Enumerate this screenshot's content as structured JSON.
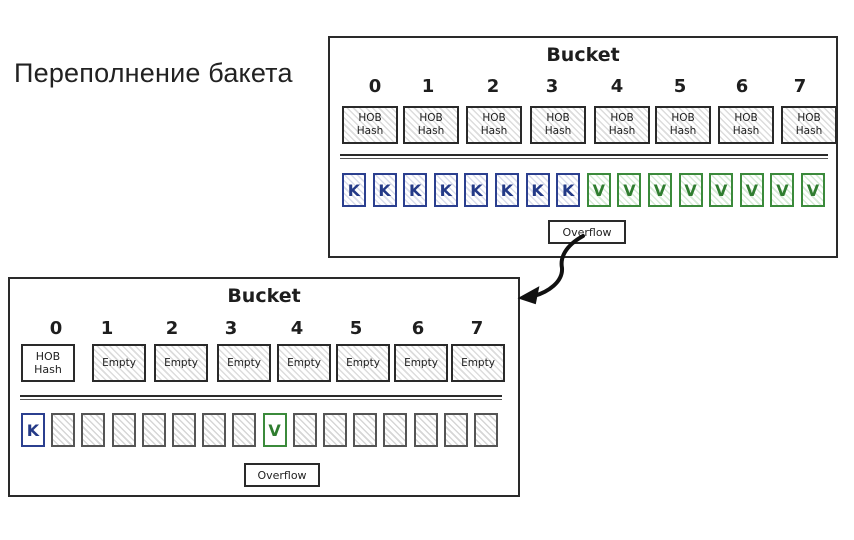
{
  "title": "Переполнение бакета",
  "top_bucket": {
    "title": "Bucket",
    "indices": [
      "0",
      "1",
      "2",
      "3",
      "4",
      "5",
      "6",
      "7"
    ],
    "slots": [
      {
        "l1": "HOB",
        "l2": "Hash"
      },
      {
        "l1": "HOB",
        "l2": "Hash"
      },
      {
        "l1": "HOB",
        "l2": "Hash"
      },
      {
        "l1": "HOB",
        "l2": "Hash"
      },
      {
        "l1": "HOB",
        "l2": "Hash"
      },
      {
        "l1": "HOB",
        "l2": "Hash"
      },
      {
        "l1": "HOB",
        "l2": "Hash"
      },
      {
        "l1": "HOB",
        "l2": "Hash"
      }
    ],
    "cells": [
      "K",
      "K",
      "K",
      "K",
      "K",
      "K",
      "K",
      "K",
      "V",
      "V",
      "V",
      "V",
      "V",
      "V",
      "V",
      "V"
    ],
    "overflow_label": "Overflow"
  },
  "bottom_bucket": {
    "title": "Bucket",
    "indices": [
      "0",
      "1",
      "2",
      "3",
      "4",
      "5",
      "6",
      "7"
    ],
    "slots": [
      {
        "l1": "HOB",
        "l2": "Hash"
      },
      {
        "l1": "Empty",
        "l2": ""
      },
      {
        "l1": "Empty",
        "l2": ""
      },
      {
        "l1": "Empty",
        "l2": ""
      },
      {
        "l1": "Empty",
        "l2": ""
      },
      {
        "l1": "Empty",
        "l2": ""
      },
      {
        "l1": "Empty",
        "l2": ""
      },
      {
        "l1": "Empty",
        "l2": ""
      }
    ],
    "cells": [
      "K",
      "",
      "",
      "",
      "",
      "",
      "",
      "",
      "V",
      "",
      "",
      "",
      "",
      "",
      "",
      ""
    ],
    "overflow_label": "Overflow"
  }
}
